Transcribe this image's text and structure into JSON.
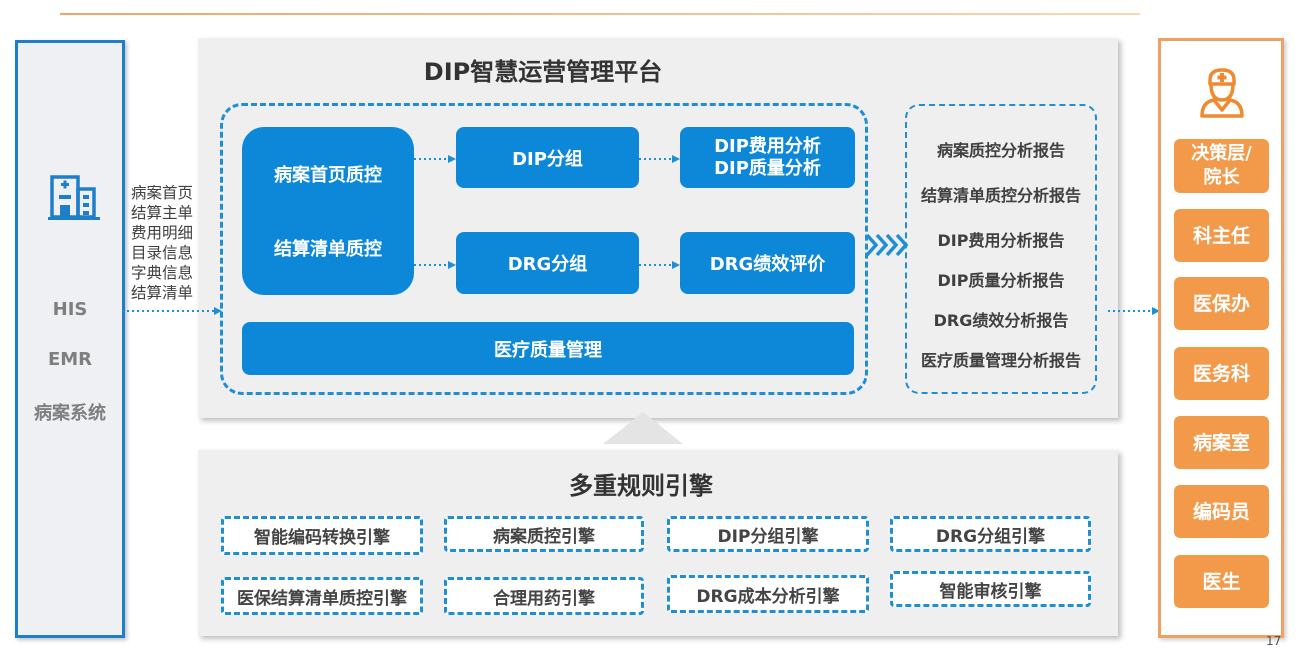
{
  "left": {
    "systems": [
      "HIS",
      "EMR",
      "病案系统"
    ]
  },
  "inputs": [
    "病案首页",
    "结算主单",
    "费用明细",
    "目录信息",
    "字典信息",
    "结算清单"
  ],
  "platform": {
    "title": "DIP智慧运营管理平台",
    "qc": [
      "病案首页质控",
      "结算清单质控"
    ],
    "dip_group": "DIP分组",
    "drg_group": "DRG分组",
    "dip_analysis": [
      "DIP费用分析",
      "DIP质量分析"
    ],
    "drg_eval": "DRG绩效评价",
    "quality": "医疗质量管理",
    "reports": [
      "病案质控分析报告",
      "结算清单质控分析报告",
      "DIP费用分析报告",
      "DIP质量分析报告",
      "DRG绩效分析报告",
      "医疗质量管理分析报告"
    ]
  },
  "engine": {
    "title": "多重规则引擎",
    "items": [
      "智能编码转换引擎",
      "病案质控引擎",
      "DIP分组引擎",
      "DRG分组引擎",
      "医保结算清单质控引擎",
      "合理用药引擎",
      "DRG成本分析引擎",
      "智能审核引擎"
    ]
  },
  "roles": [
    "决策层/院长",
    "科主任",
    "医保办",
    "医务科",
    "病案室",
    "编码员",
    "医生"
  ],
  "page_number": "17",
  "colors": {
    "blue": "#0d87d8",
    "orange": "#f29a4a",
    "dash": "#1e8fd5"
  }
}
